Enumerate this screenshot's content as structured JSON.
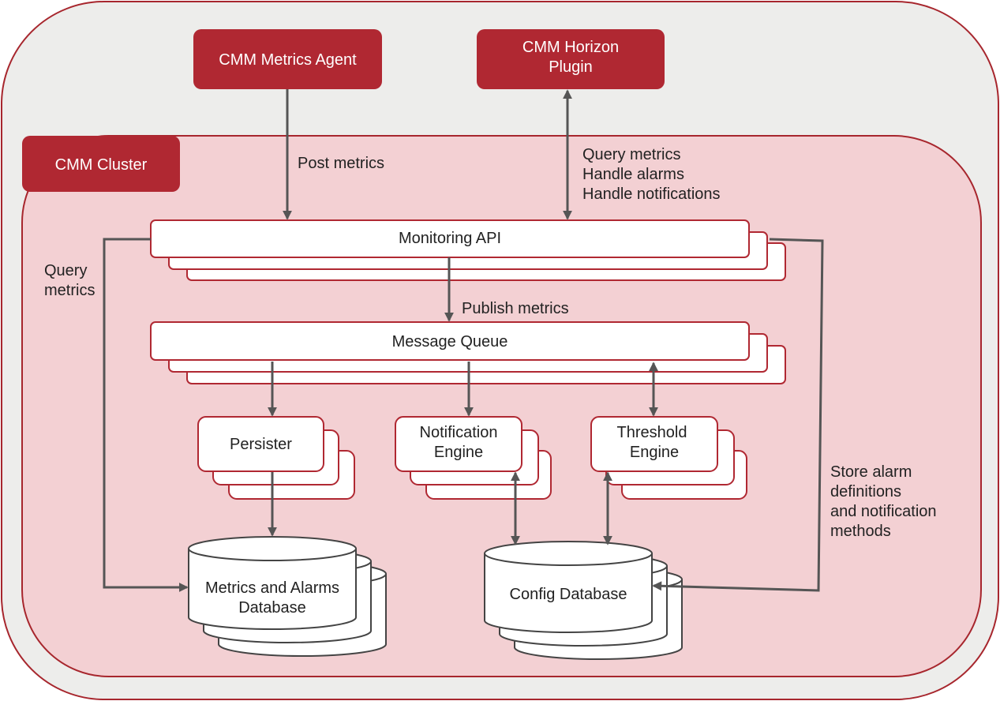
{
  "colors": {
    "outer_fill": "#ededeb",
    "outer_stroke": "#a7262d",
    "cluster_fill": "#f3d0d3",
    "accent": "#b02832",
    "box_stroke": "#b02832",
    "arrow": "#555555",
    "text": "#222222",
    "label_text": "#ffffff"
  },
  "headers": {
    "agent": "CMM Metrics Agent",
    "plugin_line1": "CMM Horizon",
    "plugin_line2": "Plugin",
    "cluster": "CMM Cluster"
  },
  "components": {
    "monitoring_api": "Monitoring API",
    "message_queue": "Message Queue",
    "persister": "Persister",
    "notification_line1": "Notification",
    "notification_line2": "Engine",
    "threshold_line1": "Threshold",
    "threshold_line2": "Engine",
    "metrics_db_line1": "Metrics and Alarms",
    "metrics_db_line2": "Database",
    "config_db": "Config Database"
  },
  "edge_labels": {
    "post_metrics": "Post metrics",
    "query_plugin": [
      "Query metrics",
      "Handle alarms",
      "Handle notifications"
    ],
    "query_left": [
      "Query",
      "metrics"
    ],
    "publish_metrics": "Publish metrics",
    "store_alarm": [
      "Store alarm",
      "definitions",
      "and notification",
      "methods"
    ]
  }
}
